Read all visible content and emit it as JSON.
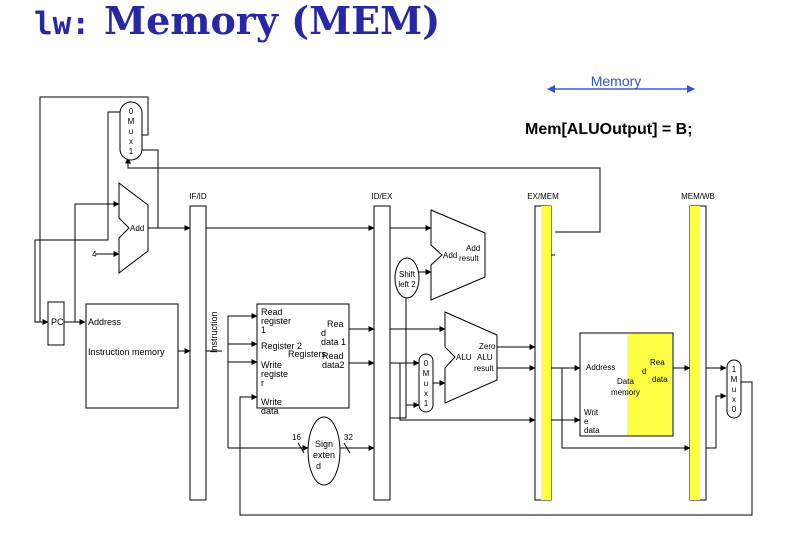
{
  "title": {
    "instr": "lw:",
    "stage": "Memory (MEM)"
  },
  "stage_marker": {
    "label": "Memory"
  },
  "equation": "Mem[ALUOutput] = B;",
  "pipeline_registers": {
    "ifid": "IF/ID",
    "idex": "ID/EX",
    "exmem": "EX/MEM",
    "memwb": "MEM/WB"
  },
  "pc": "PC",
  "instr_mem": {
    "address": "Address",
    "name": "Instruction  memory"
  },
  "instruction": "Instruction",
  "mux_top": [
    "0",
    "M",
    "u",
    "x",
    "1"
  ],
  "mux_alu": [
    "0",
    "M",
    "u",
    "x",
    "1"
  ],
  "mux_wb": [
    "1",
    "M",
    "u",
    "x",
    "0"
  ],
  "adder": "Add",
  "const4": "4",
  "branch_adder": {
    "name": "Add",
    "result1": "Add",
    "result2": "result"
  },
  "shift": [
    "Shift",
    "left 2"
  ],
  "registers": {
    "rr1": [
      "Read",
      "register",
      "1"
    ],
    "rr2": "Register 2",
    "wr": [
      "Write",
      "registe",
      "r"
    ],
    "wd": [
      "Write",
      "data"
    ],
    "rd1": [
      "Rea",
      "d",
      "data 1"
    ],
    "rd2": [
      "Read",
      "data2"
    ],
    "name": "Registers"
  },
  "alu": {
    "name": "ALU",
    "zero": "Zero",
    "result": [
      "ALU",
      "result"
    ]
  },
  "sign_ext": {
    "lines": [
      "Sign",
      "exten",
      "d"
    ],
    "in": "16",
    "out": "32"
  },
  "data_mem": {
    "address": "Address",
    "name": [
      "Data",
      "memory"
    ],
    "wd": [
      "Writ",
      "e",
      "data"
    ],
    "rd": [
      "Rea",
      "d",
      "data"
    ]
  },
  "colors": {
    "title": "#2626a6",
    "highlight": "#ffff44",
    "arrow": "#3355cc"
  }
}
